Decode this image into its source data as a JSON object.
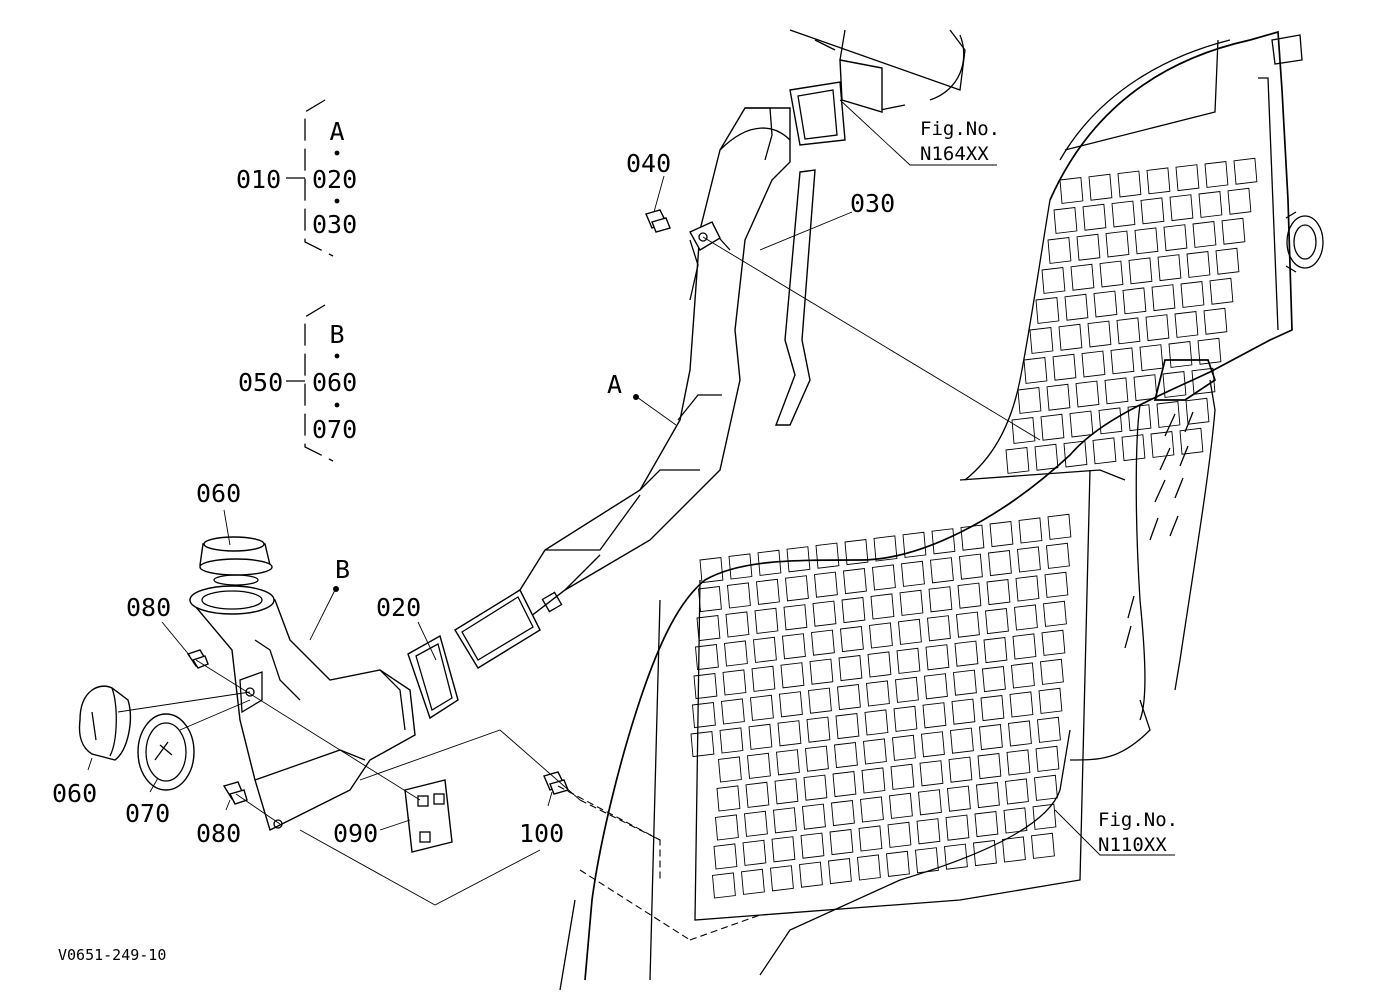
{
  "group_a": {
    "letter": "A",
    "parent": "010",
    "children": [
      "020",
      "030"
    ]
  },
  "group_b": {
    "letter": "B",
    "parent": "050",
    "children": [
      "060",
      "070"
    ]
  },
  "callouts": {
    "p040": "040",
    "p030": "030",
    "pA": "A",
    "pB": "B",
    "p060_top": "060",
    "p080_top": "080",
    "p020": "020",
    "p060_bottom": "060",
    "p070": "070",
    "p080_bottom": "080",
    "p090": "090",
    "p100": "100"
  },
  "figure_refs": {
    "top": {
      "prefix": "Fig.No.",
      "number": "N164XX"
    },
    "bottom": {
      "prefix": "Fig.No.",
      "number": "N110XX"
    }
  },
  "drawing_code": "V0651-249-10"
}
